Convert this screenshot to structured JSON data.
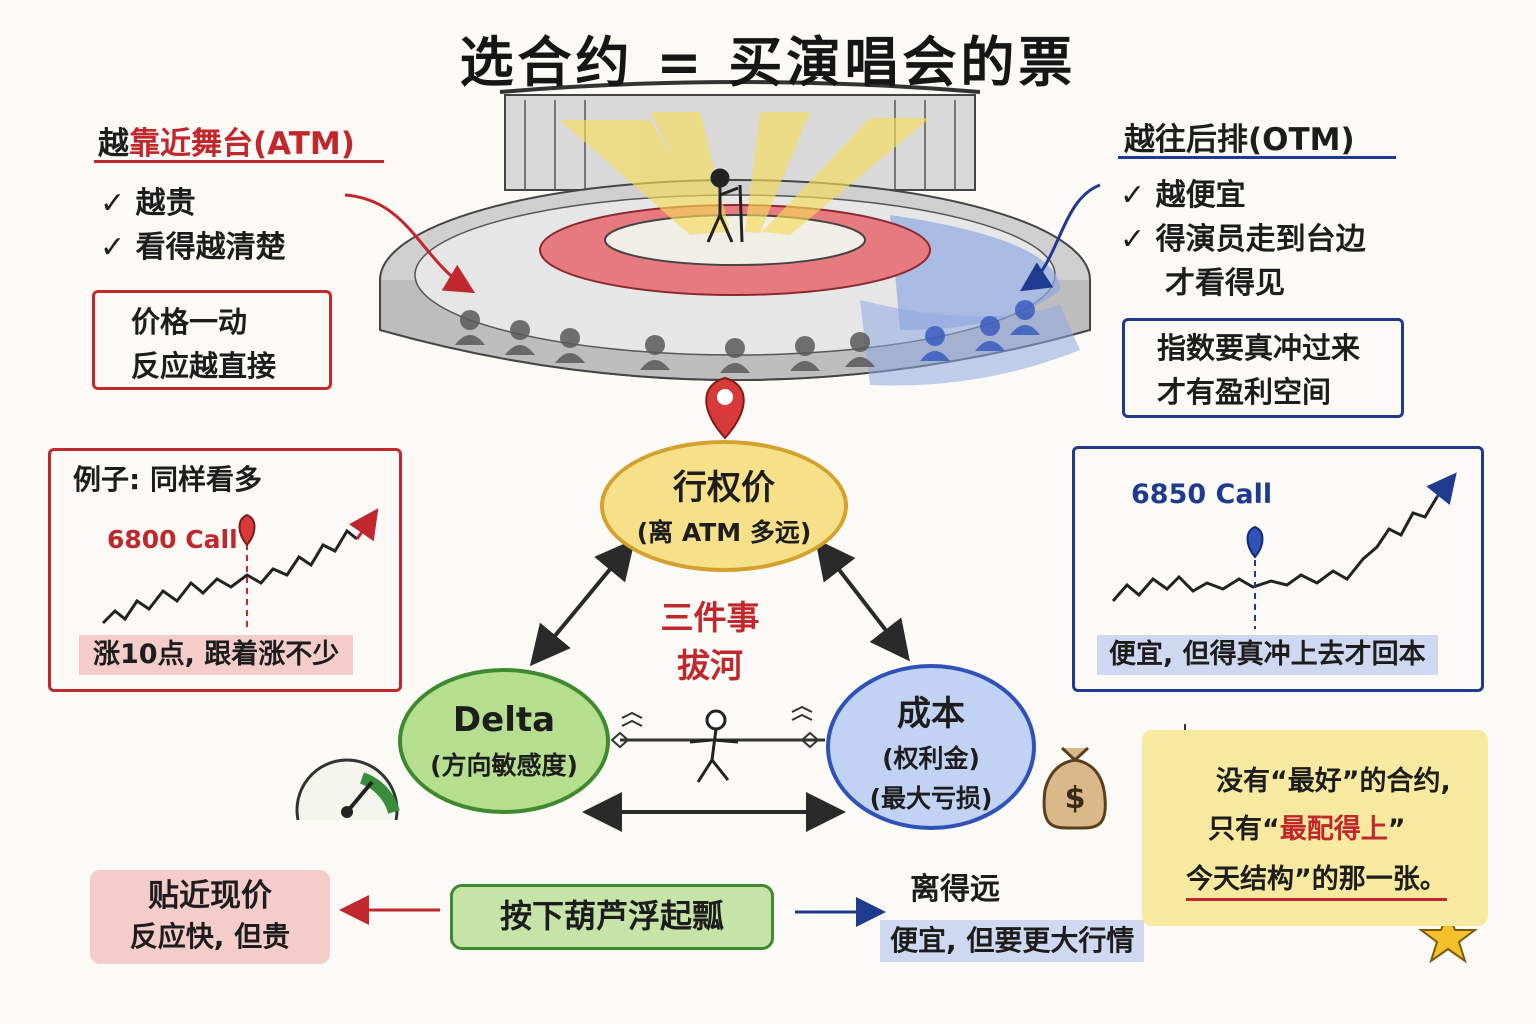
{
  "title": "选合约 = 买演唱会的票",
  "left_panel": {
    "heading_pre": "越",
    "heading_highlight": "靠近舞台",
    "heading_tag": "(ATM)",
    "items": [
      "越贵",
      "看得越清楚"
    ],
    "box_lines": [
      "价格一动",
      "反应越直接"
    ]
  },
  "right_panel": {
    "heading": "越往后排(OTM)",
    "items": [
      "越便宜",
      "得演员走到台边",
      "才看得见"
    ],
    "box_lines": [
      "指数要真冲过来",
      "才有盈利空间"
    ]
  },
  "left_example": {
    "title": "例子: 同样看多",
    "contract": "6800 Call",
    "caption": "涨10点, 跟着涨不少"
  },
  "right_example": {
    "contract": "6850 Call",
    "caption": "便宜, 但得真冲上去才回本"
  },
  "nodes": {
    "strike": {
      "title": "行权价",
      "sub": "(离 ATM 多远)"
    },
    "delta": {
      "title": "Delta",
      "sub": "(方向敏感度)"
    },
    "cost": {
      "title": "成本",
      "sub1": "(权利金)",
      "sub2": "(最大亏损)"
    }
  },
  "center_label": [
    "三件事",
    "拔河"
  ],
  "bottom": {
    "left_lines": [
      "贴近现价",
      "反应快, 但贵"
    ],
    "center": "按下葫芦浮起瓢",
    "right_title": "离得远",
    "right_sub": "便宜, 但要更大行情"
  },
  "note": {
    "line1": "没有“最好”的合约,",
    "line2_pre": "只有“",
    "line2_highlight": "最配得上",
    "line2_post": "”",
    "line3": "今天结构”的那一张。"
  },
  "colors": {
    "red": "#c0282d",
    "blue": "#1f3a8f",
    "yellow_node": "#f6e08a",
    "green_node": "#b5de8e",
    "blue_node": "#c2d2f3",
    "note_bg": "#f7eaa0"
  },
  "icons": [
    "map-pin-icon",
    "speedometer-icon",
    "money-bag-icon",
    "lightbulb-icon",
    "star-icon",
    "stick-figure-icon"
  ]
}
